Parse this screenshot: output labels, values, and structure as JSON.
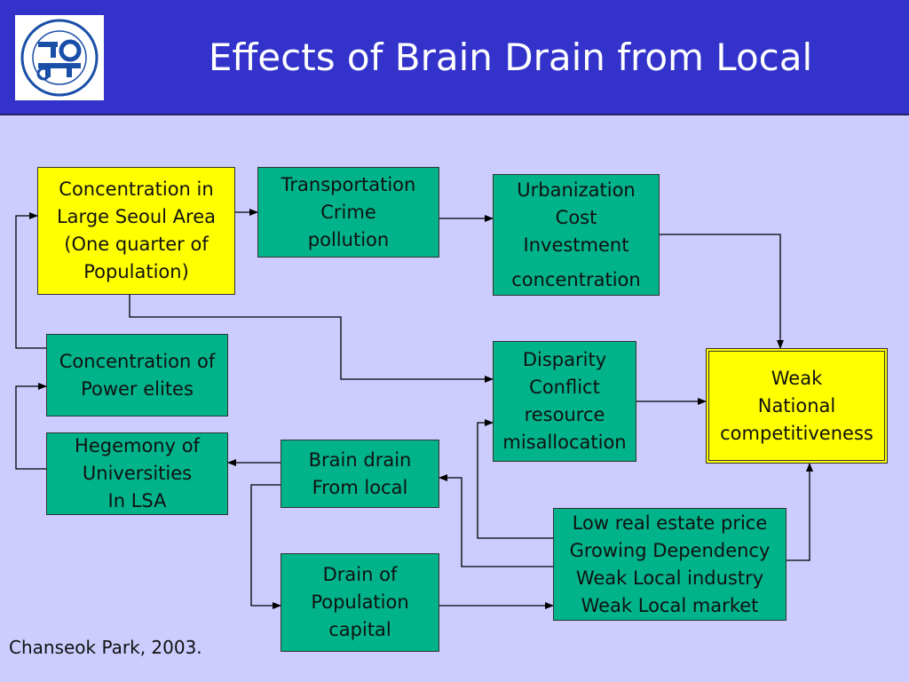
{
  "slide": {
    "title": "Effects of Brain Drain from Local",
    "footer": "Chanseok Park, 2003."
  },
  "boxes": {
    "seoul": [
      "Concentration in",
      "Large Seoul Area",
      "(One quarter of",
      "Population)"
    ],
    "transport": [
      "Transportation",
      "Crime",
      "pollution"
    ],
    "urban": [
      "Urbanization",
      "Cost",
      "Investment",
      "concentration"
    ],
    "power": [
      "Concentration of",
      "Power elites"
    ],
    "disparity": [
      "Disparity",
      "Conflict",
      "resource",
      "misallocation"
    ],
    "weak": [
      "Weak",
      "National",
      "competitiveness"
    ],
    "hegemony": [
      "Hegemony of",
      "Universities",
      "In LSA"
    ],
    "brain": [
      "Brain drain",
      "From local"
    ],
    "lowreal": [
      "Low real estate price",
      "Growing Dependency",
      "Weak Local industry",
      "Weak Local market"
    ],
    "drainpop": [
      "Drain of",
      "Population",
      "capital"
    ]
  },
  "colors": {
    "header": "#3333cc",
    "background": "#ccccff",
    "green_box": "#00b38a",
    "yellow_box": "#ffff00"
  }
}
